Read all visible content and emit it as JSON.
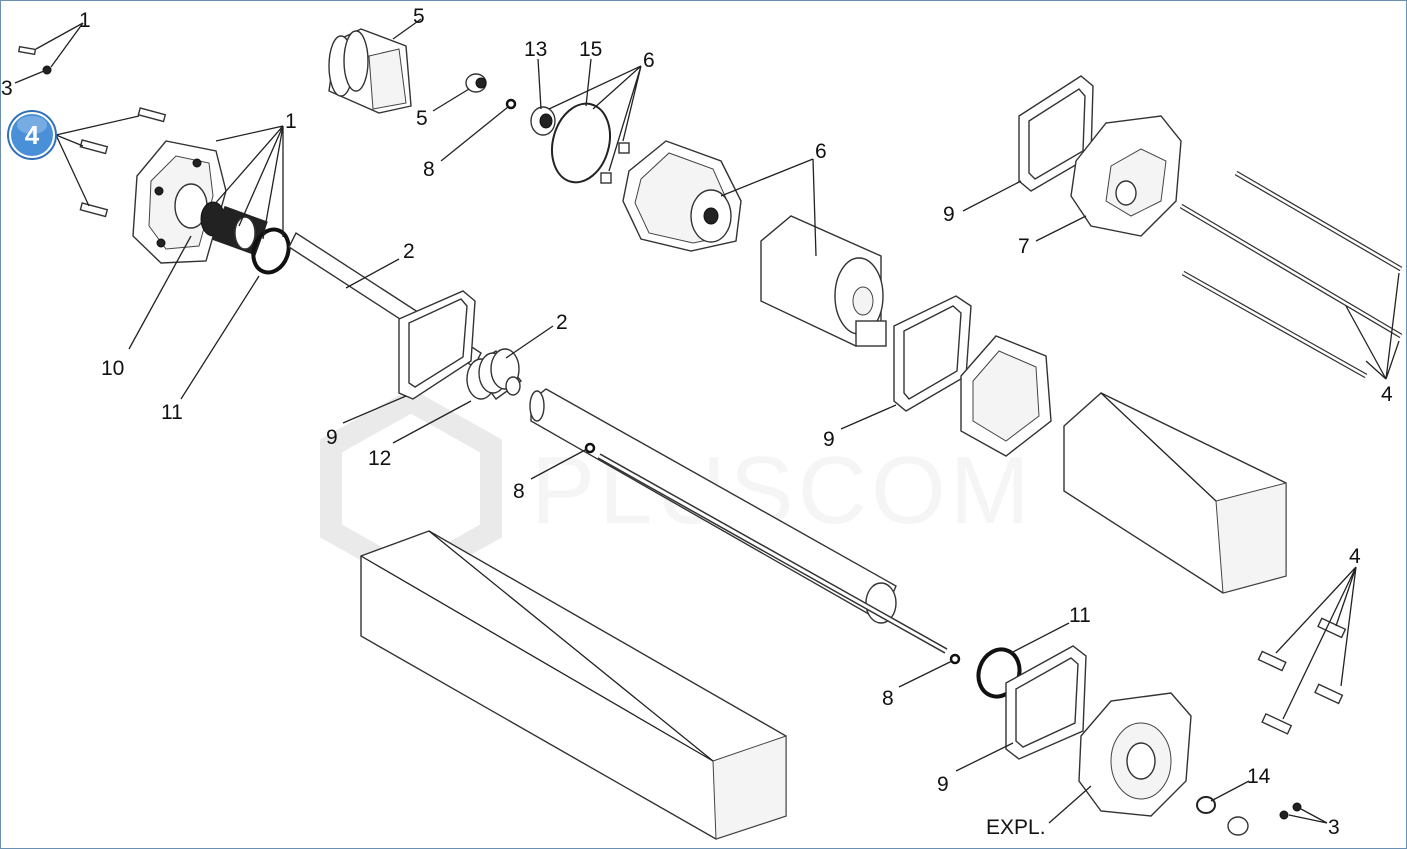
{
  "watermark": "PLUSCOM",
  "hotspot": {
    "number": "4",
    "color": "#4a90d9"
  },
  "labels": {
    "l1a": "1",
    "l3a": "3",
    "l5a": "5",
    "l5b": "5",
    "l13": "13",
    "l15": "15",
    "l6a": "6",
    "l8a": "8",
    "l6b": "6",
    "l1b": "1",
    "l9a": "9",
    "l7": "7",
    "l2a": "2",
    "l10": "10",
    "l11a": "11",
    "l2b": "2",
    "l9b": "9",
    "l12": "12",
    "l4a": "4",
    "l9c": "9",
    "l8b": "8",
    "l4b": "4",
    "l11b": "11",
    "l8c": "8",
    "l9d": "9",
    "l14": "14",
    "lexpl": "EXPL.",
    "l3b": "3"
  }
}
